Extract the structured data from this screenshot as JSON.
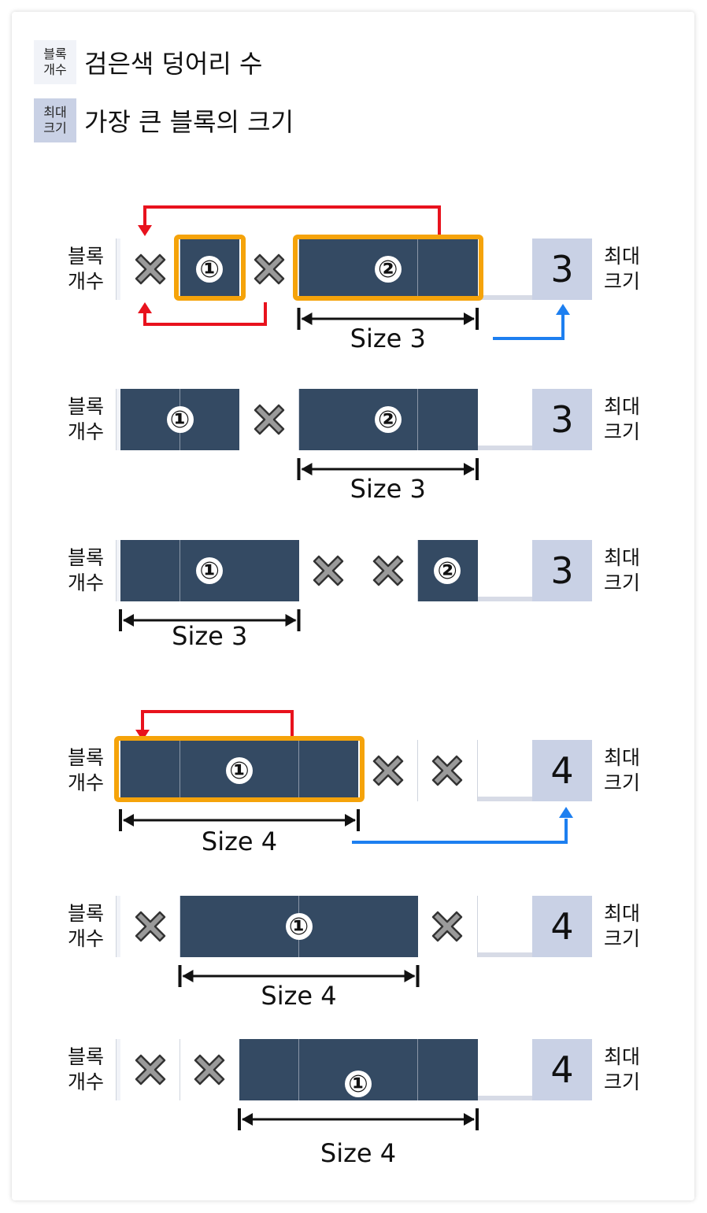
{
  "legend": {
    "block_count_badge": [
      "블록",
      "개수"
    ],
    "block_count_text": "검은색 덩어리 수",
    "max_size_badge": [
      "최대",
      "크기"
    ],
    "max_size_text": "가장 큰 블록의 크기"
  },
  "row_labels": {
    "left": [
      "블록",
      "개수"
    ],
    "right": [
      "최대",
      "크기"
    ]
  },
  "colors": {
    "dark_block": "#344a63",
    "highlight": "#f5a30a",
    "red_arrow": "#e8121d",
    "blue_arrow": "#1d7ff0",
    "block_count_bg": "#f1f3f8",
    "max_size_bg": "#c9d1e5"
  },
  "rows": [
    {
      "block_count": "2",
      "max_size": "3",
      "cells": [
        "x",
        "dark",
        "x",
        "dark",
        "dark",
        "dark"
      ],
      "group_labels": [
        {
          "cells": [
            1
          ],
          "label": "①"
        },
        {
          "cells": [
            3,
            4,
            5
          ],
          "label": "②"
        }
      ],
      "size_label": "Size 3"
    },
    {
      "block_count": "2",
      "max_size": "3",
      "cells": [
        "dark",
        "dark",
        "x",
        "dark",
        "dark",
        "dark"
      ],
      "group_labels": [
        {
          "cells": [
            0,
            1
          ],
          "label": "①"
        },
        {
          "cells": [
            3,
            4,
            5
          ],
          "label": "②"
        }
      ],
      "size_label": "Size 3"
    },
    {
      "block_count": "2",
      "max_size": "3",
      "cells": [
        "dark",
        "dark",
        "dark",
        "x",
        "x",
        "dark"
      ],
      "group_labels": [
        {
          "cells": [
            0,
            1,
            2
          ],
          "label": "①"
        },
        {
          "cells": [
            5
          ],
          "label": "②"
        }
      ],
      "size_label": "Size 3"
    },
    {
      "block_count": "1",
      "max_size": "4",
      "cells": [
        "dark",
        "dark",
        "dark",
        "dark",
        "x",
        "x"
      ],
      "group_labels": [
        {
          "cells": [
            0,
            1,
            2,
            3
          ],
          "label": "①"
        }
      ],
      "size_label": "Size 4"
    },
    {
      "block_count": "1",
      "max_size": "4",
      "cells": [
        "x",
        "dark",
        "dark",
        "dark",
        "dark",
        "x"
      ],
      "group_labels": [
        {
          "cells": [
            1,
            2,
            3,
            4
          ],
          "label": "①"
        }
      ],
      "size_label": "Size 4"
    },
    {
      "block_count": "1",
      "max_size": "4",
      "cells": [
        "x",
        "x",
        "dark",
        "dark",
        "dark",
        "dark"
      ],
      "group_labels": [
        {
          "cells": [
            2,
            3,
            4,
            5
          ],
          "label": "①"
        }
      ],
      "size_label": "Size 4"
    }
  ]
}
